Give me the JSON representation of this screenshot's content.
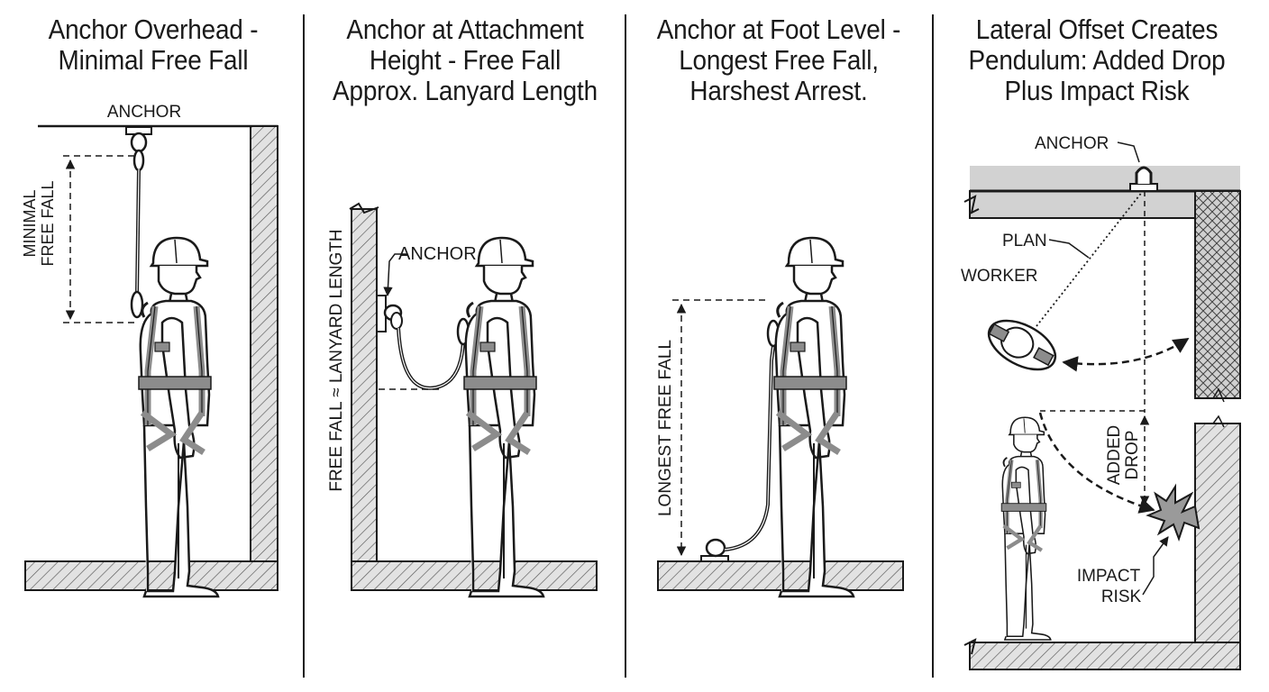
{
  "panels": [
    {
      "title": "Anchor Overhead - Minimal Free Fall",
      "labels": {
        "anchor": "ANCHOR",
        "fall_line1": "MINIMAL",
        "fall_line2": "FREE FALL"
      }
    },
    {
      "title": "Anchor at Attachment Height - Free Fall Approx. Lanyard Length",
      "labels": {
        "anchor": "ANCHOR",
        "fall": "FREE FALL ≈ LANYARD LENGTH"
      }
    },
    {
      "title": "Anchor at Foot Level - Longest Free Fall, Harshest Arrest.",
      "labels": {
        "fall": "LONGEST FREE FALL"
      }
    },
    {
      "title": "Lateral Offset Creates Pendulum: Added Drop Plus Impact Risk",
      "labels": {
        "anchor": "ANCHOR",
        "plan": "PLAN",
        "worker": "WORKER",
        "drop_line1": "ADDED",
        "drop_line2": "DROP",
        "impact_line1": "IMPACT",
        "impact_line2": "RISK"
      }
    }
  ],
  "colors": {
    "ink": "#1a1a1a",
    "harness": "#8c8c8c",
    "slab": "#d2d2d2",
    "hatch": "#555555"
  }
}
